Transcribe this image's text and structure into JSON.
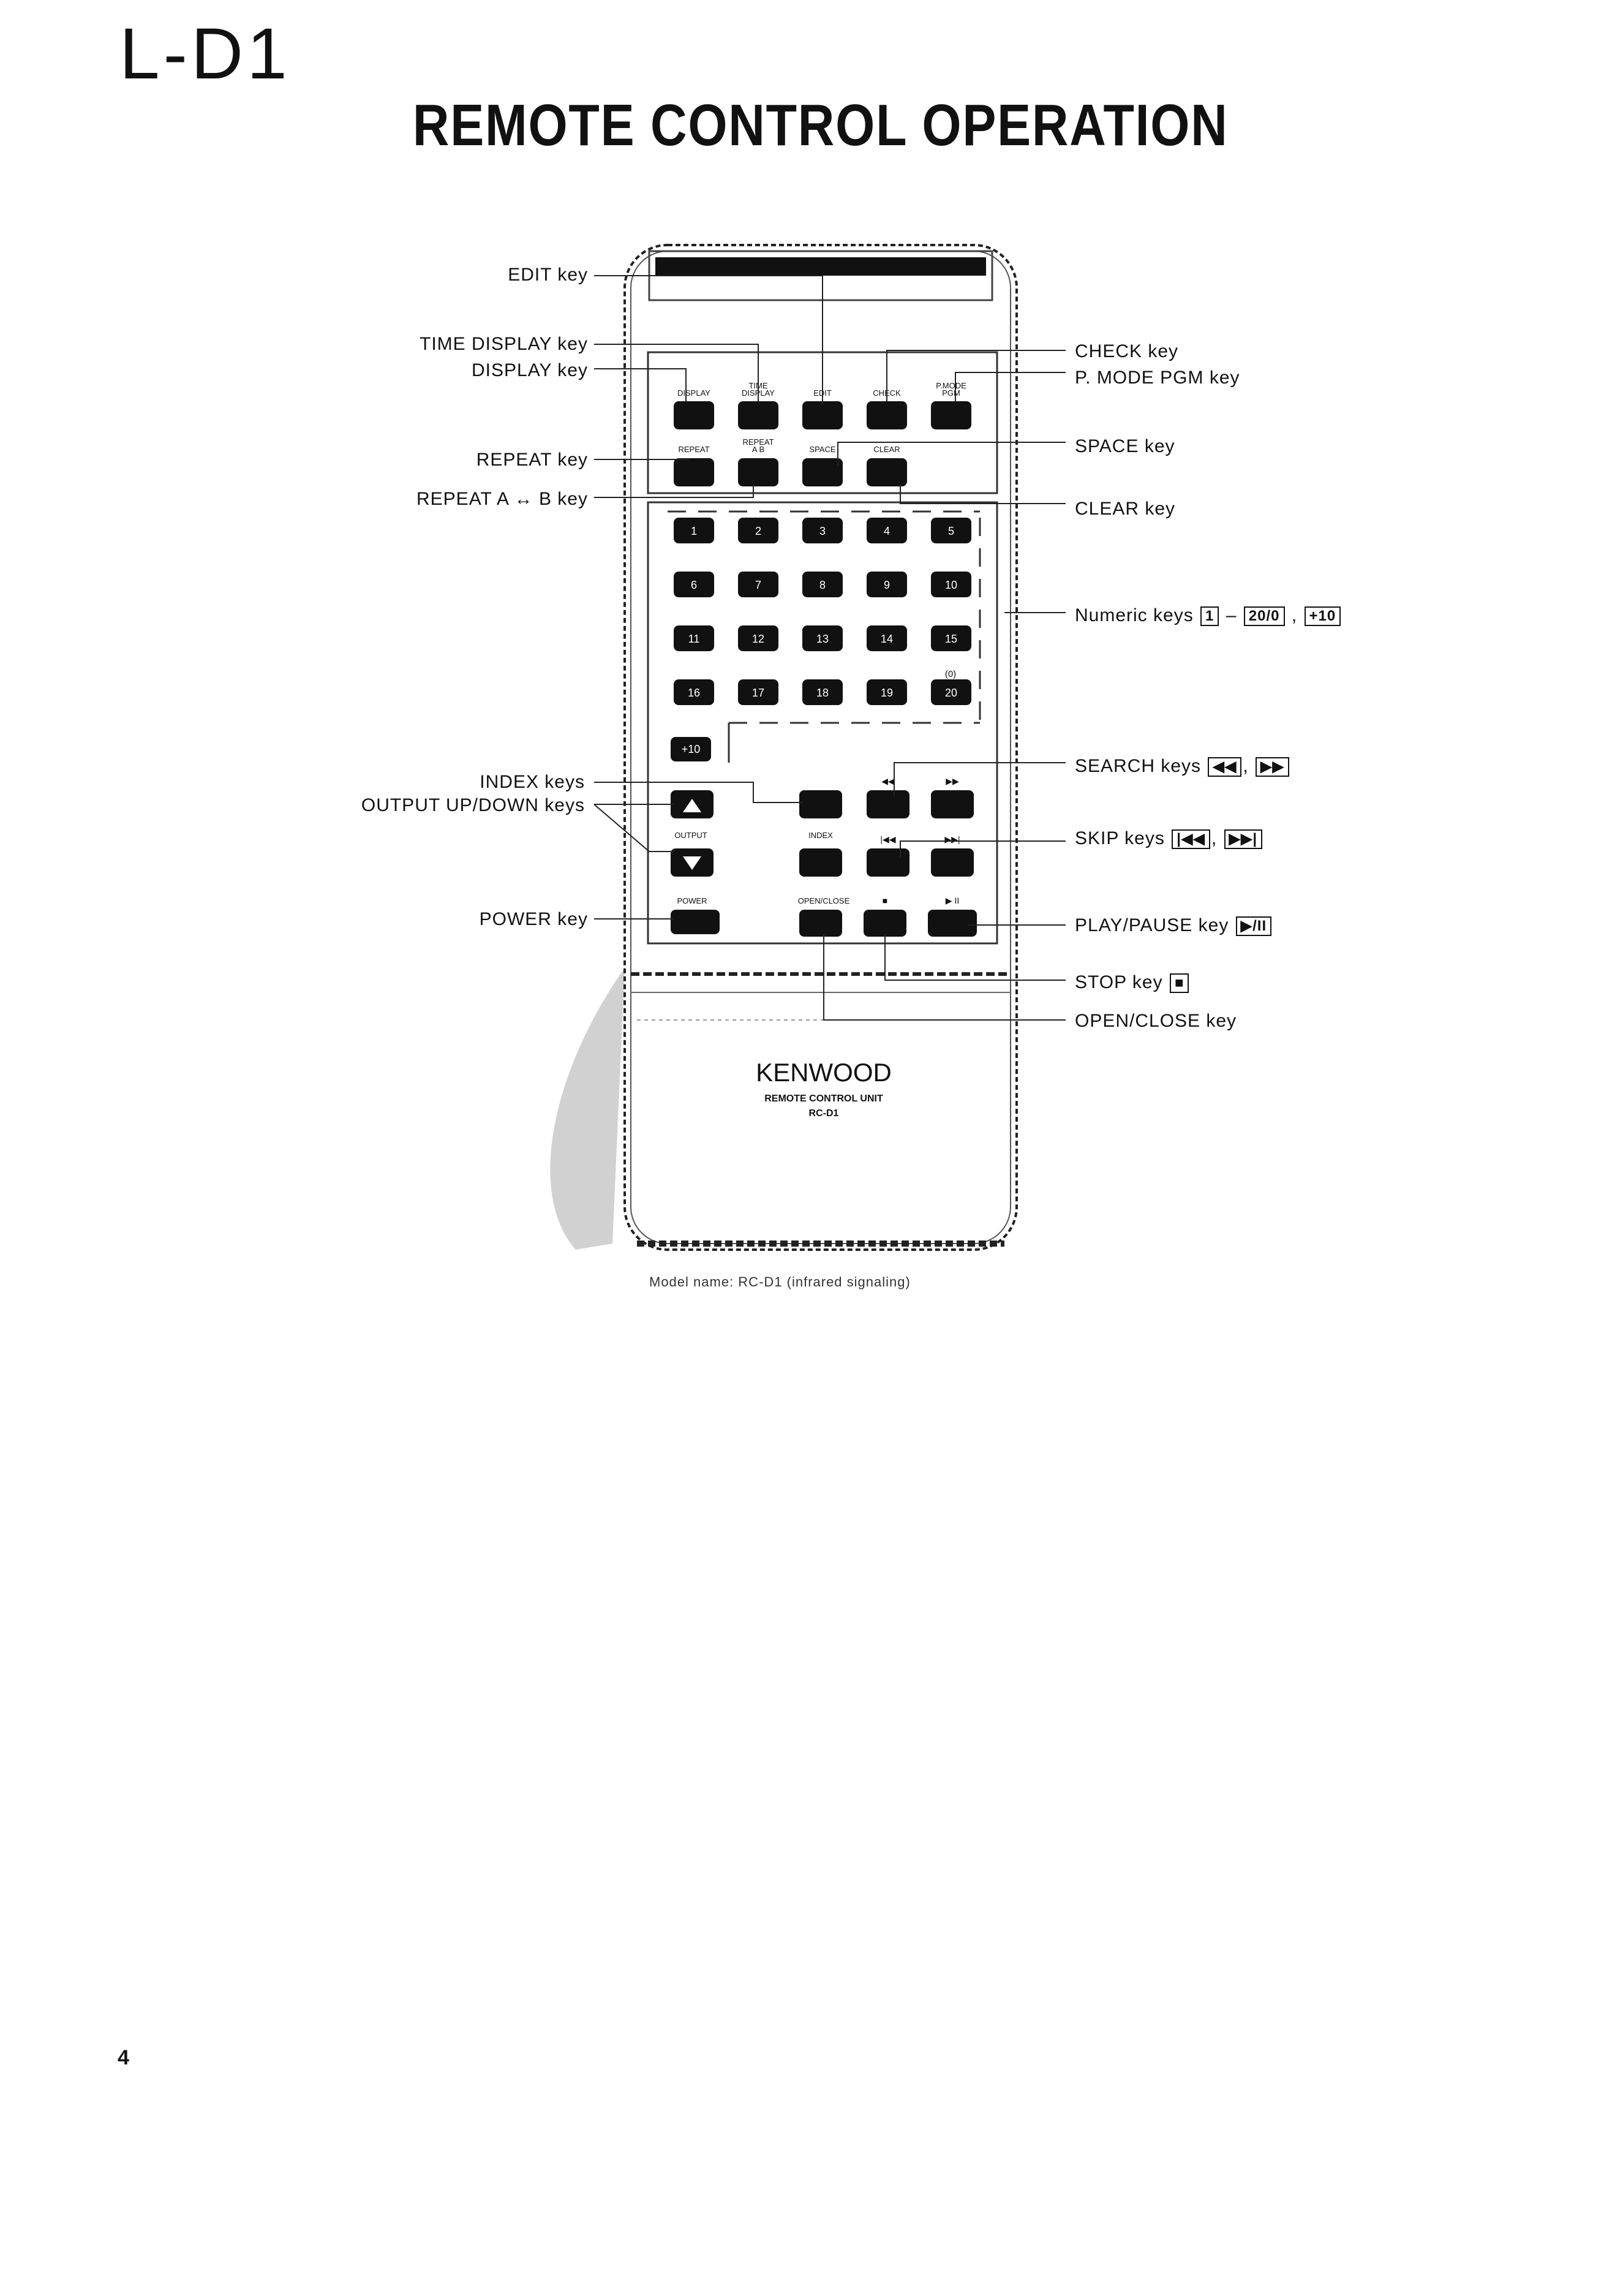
{
  "header": {
    "model": "L-D1",
    "title": "REMOTE CONTROL OPERATION"
  },
  "remote": {
    "brand": "KENWOOD",
    "unit_name": "REMOTE CONTROL UNIT",
    "unit_model": "RC-D1",
    "top_keys": [
      "DISPLAY",
      "TIME DISPLAY",
      "EDIT",
      "CHECK",
      "P.MODE PGM"
    ],
    "second_keys": [
      "REPEAT",
      "REPEAT A B",
      "SPACE",
      "CLEAR"
    ],
    "numbers": [
      "1",
      "2",
      "3",
      "4",
      "5",
      "6",
      "7",
      "8",
      "9",
      "10",
      "11",
      "12",
      "13",
      "14",
      "15",
      "16",
      "17",
      "18",
      "19",
      "20"
    ],
    "zero_mark": "(0)",
    "plus10": "+10",
    "output_label": "OUTPUT",
    "index_label": "INDEX",
    "power_label": "POWER",
    "open_close_label": "OPEN/CLOSE"
  },
  "labels_left": {
    "edit": "EDIT key",
    "time_display": "TIME DISPLAY key",
    "display": "DISPLAY key",
    "repeat": "REPEAT key",
    "repeat_ab": "REPEAT A ↔ B key",
    "index": "INDEX keys",
    "output": "OUTPUT UP/DOWN keys",
    "power": "POWER key"
  },
  "labels_right": {
    "check": "CHECK key",
    "pmode": "P. MODE PGM key",
    "space": "SPACE key",
    "clear": "CLEAR key",
    "numeric": "Numeric keys",
    "numeric_a": "1",
    "numeric_b": "20/0",
    "numeric_c": "+10",
    "search": "SEARCH keys",
    "search_a": "◀◀",
    "search_b": "▶▶",
    "skip": "SKIP keys",
    "skip_a": "|◀◀",
    "skip_b": "▶▶|",
    "play": "PLAY/PAUSE key",
    "play_a": "▶/II",
    "stop": "STOP key",
    "stop_a": "■",
    "open_close": "OPEN/CLOSE key"
  },
  "caption": "Model name: RC-D1 (infrared signaling)",
  "page_number": "4"
}
